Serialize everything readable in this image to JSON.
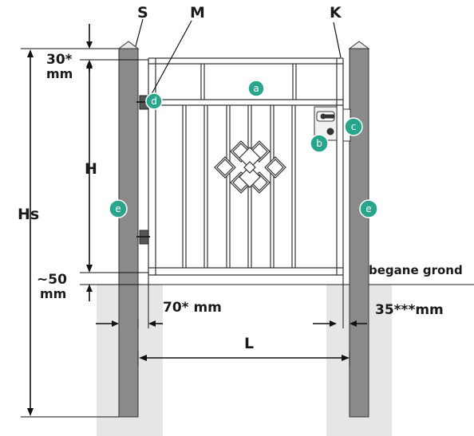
{
  "labels": {
    "post_left": "S",
    "middle": "M",
    "post_right": "K",
    "top_gap_line1": "30*",
    "top_gap_line2": "mm",
    "height_gate": "H",
    "height_post": "Hs",
    "bottom_gap_line1": "~50",
    "bottom_gap_line2": "mm",
    "ground": "begane grond",
    "hinge_gap": "70* mm",
    "latch_gap": "35***mm",
    "width": "L"
  },
  "badges": {
    "a": "a",
    "b": "b",
    "c": "c",
    "d": "d",
    "e_left": "e",
    "e_right": "e"
  },
  "colors": {
    "post": "#8a8a8a",
    "foundation": "#e6e6e6",
    "badge": "#2aa58d",
    "gate_frame": "#333333"
  }
}
